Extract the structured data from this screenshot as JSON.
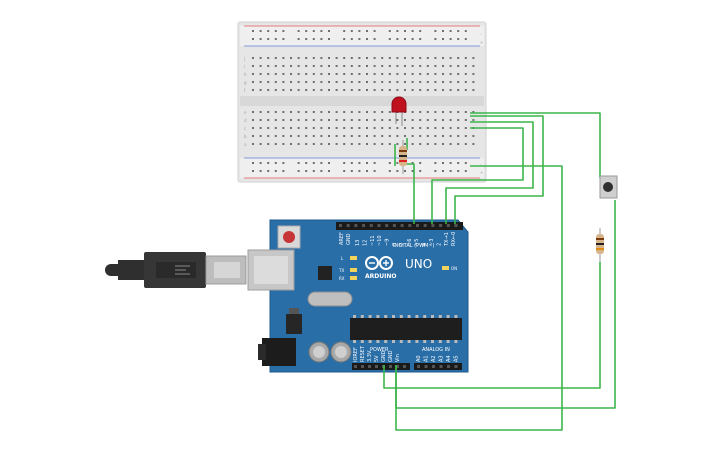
{
  "arduino": {
    "brand": "ARDUINO",
    "model": "UNO",
    "digital_label": "DIGITAL (PWM~)",
    "power_label": "POWER",
    "analog_label": "ANALOG IN",
    "on_label": "ON",
    "tx_label": "TX",
    "rx_label": "RX",
    "l_label": "L",
    "aref_label": "AREF",
    "gnd_label": "GND",
    "digital_pins": [
      "13",
      "12",
      "~11",
      "~10",
      "~9",
      "8",
      "7",
      "~6",
      "~5",
      "4",
      "~3",
      "2",
      "TX→1",
      "RX←0"
    ],
    "power_pins": [
      "IOREF",
      "RESET",
      "3.3V",
      "5V",
      "GND",
      "GND",
      "Vin"
    ],
    "analog_pins": [
      "A0",
      "A1",
      "A2",
      "A3",
      "A4",
      "A5"
    ]
  },
  "breadboard": {
    "row_letters_top": [
      "j",
      "i",
      "h",
      "g",
      "f"
    ],
    "row_letters_bottom": [
      "e",
      "d",
      "c",
      "b",
      "a"
    ],
    "rail_plus": "+",
    "rail_minus": "-"
  },
  "colors": {
    "wire": "#3bb54a",
    "board": "#2a6ea8",
    "breadboard": "#e8e8e8",
    "led": "#c0111f",
    "usb_plug": "#2f2f2f"
  },
  "icons": [
    "arduino-logo-icon",
    "usb-cable-icon"
  ]
}
